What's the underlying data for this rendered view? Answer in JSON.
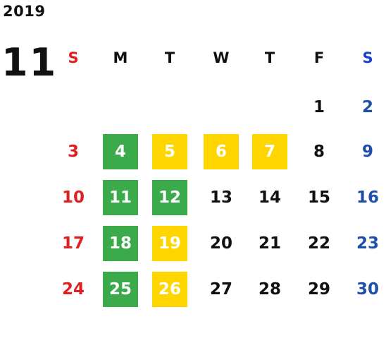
{
  "header": {
    "year": "2019",
    "month": "11"
  },
  "weekdays": [
    "S",
    "M",
    "T",
    "W",
    "T",
    "F",
    "S"
  ],
  "colors": {
    "sunday": "#e02020",
    "saturday": "#1f4fa8",
    "weekday": "#111111",
    "highlight_green": "#3aaa4a",
    "highlight_yellow": "#ffd500"
  },
  "days": [
    {
      "day": "1",
      "week": 0,
      "weekday": 5,
      "highlight": ""
    },
    {
      "day": "2",
      "week": 0,
      "weekday": 6,
      "highlight": ""
    },
    {
      "day": "3",
      "week": 1,
      "weekday": 0,
      "highlight": ""
    },
    {
      "day": "4",
      "week": 1,
      "weekday": 1,
      "highlight": "green"
    },
    {
      "day": "5",
      "week": 1,
      "weekday": 2,
      "highlight": "yellow"
    },
    {
      "day": "6",
      "week": 1,
      "weekday": 3,
      "highlight": "yellow"
    },
    {
      "day": "7",
      "week": 1,
      "weekday": 4,
      "highlight": "yellow"
    },
    {
      "day": "8",
      "week": 1,
      "weekday": 5,
      "highlight": ""
    },
    {
      "day": "9",
      "week": 1,
      "weekday": 6,
      "highlight": ""
    },
    {
      "day": "10",
      "week": 2,
      "weekday": 0,
      "highlight": ""
    },
    {
      "day": "11",
      "week": 2,
      "weekday": 1,
      "highlight": "green"
    },
    {
      "day": "12",
      "week": 2,
      "weekday": 2,
      "highlight": "green"
    },
    {
      "day": "13",
      "week": 2,
      "weekday": 3,
      "highlight": ""
    },
    {
      "day": "14",
      "week": 2,
      "weekday": 4,
      "highlight": ""
    },
    {
      "day": "15",
      "week": 2,
      "weekday": 5,
      "highlight": ""
    },
    {
      "day": "16",
      "week": 2,
      "weekday": 6,
      "highlight": ""
    },
    {
      "day": "17",
      "week": 3,
      "weekday": 0,
      "highlight": ""
    },
    {
      "day": "18",
      "week": 3,
      "weekday": 1,
      "highlight": "green"
    },
    {
      "day": "19",
      "week": 3,
      "weekday": 2,
      "highlight": "yellow"
    },
    {
      "day": "20",
      "week": 3,
      "weekday": 3,
      "highlight": ""
    },
    {
      "day": "21",
      "week": 3,
      "weekday": 4,
      "highlight": ""
    },
    {
      "day": "22",
      "week": 3,
      "weekday": 5,
      "highlight": ""
    },
    {
      "day": "23",
      "week": 3,
      "weekday": 6,
      "highlight": ""
    },
    {
      "day": "24",
      "week": 4,
      "weekday": 0,
      "highlight": ""
    },
    {
      "day": "25",
      "week": 4,
      "weekday": 1,
      "highlight": "green"
    },
    {
      "day": "26",
      "week": 4,
      "weekday": 2,
      "highlight": "yellow"
    },
    {
      "day": "27",
      "week": 4,
      "weekday": 3,
      "highlight": ""
    },
    {
      "day": "28",
      "week": 4,
      "weekday": 4,
      "highlight": ""
    },
    {
      "day": "29",
      "week": 4,
      "weekday": 5,
      "highlight": ""
    },
    {
      "day": "30",
      "week": 4,
      "weekday": 6,
      "highlight": ""
    }
  ]
}
